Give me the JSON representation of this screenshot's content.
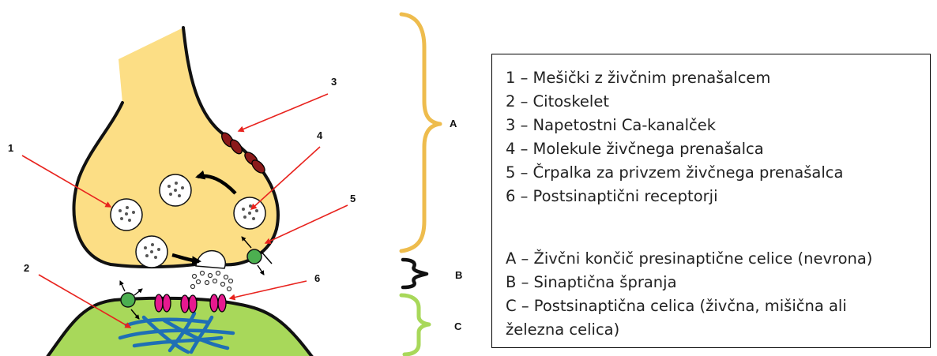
{
  "numbers": [
    "1",
    "2",
    "3",
    "4",
    "5",
    "6"
  ],
  "sections": [
    "A",
    "B",
    "C"
  ],
  "legend": {
    "items": [
      "1 – Mešički z živčnim prenašalcem",
      "2 – Citoskelet",
      "3 – Napetostni Ca-kanalček",
      "4 – Molekule živčnega prenašalca",
      "5 – Črpalka za privzem živčnega prenašalca",
      "6 – Postsinaptični receptorji"
    ],
    "sections": [
      "A – Živčni končič presinaptične celice (nevrona)",
      "B – Sinaptična špranja",
      "C – Postsinaptična celica (živčna, mišična ali",
      "železna celica)"
    ]
  },
  "colors": {
    "presynaptic": "#fcde85",
    "postsynaptic": "#a8d85a",
    "arrow": "#e8231e",
    "brace_a": "#eebc4d",
    "brace_c": "#a8d85a",
    "ca_channel": "#8b1a1a",
    "receptor": "#e6198f",
    "pump": "#4caf50",
    "cytoskeleton": "#1f6fb5"
  }
}
